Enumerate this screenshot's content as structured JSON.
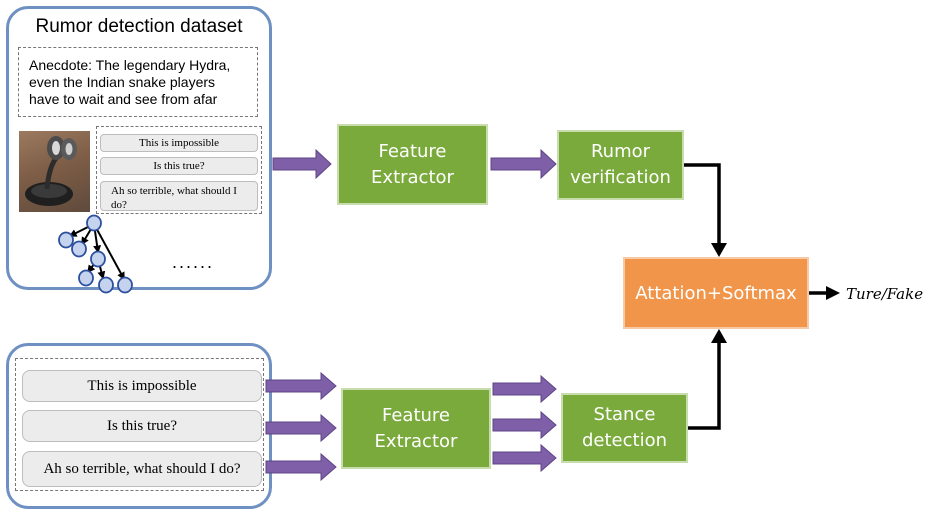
{
  "dataset": {
    "title": "Rumor detection dataset",
    "anecdote": "Anecdote: The legendary Hydra, even the Indian snake players have to wait and see from afar",
    "comments": [
      "This is impossible",
      "Is this true?",
      "Ah so terrible, what should I do?"
    ],
    "ellipsis": "......"
  },
  "stance_input": {
    "comments": [
      "This is impossible",
      "Is this true?",
      "Ah so terrible, what should I do?"
    ]
  },
  "boxes": {
    "feature_extractor_top": "Feature Extractor",
    "rumor_verification": "Rumor verification",
    "feature_extractor_bottom": "Feature Extractor",
    "stance_detection": "Stance detection",
    "attention_softmax": "Attation+Softmax"
  },
  "output_label": "Ture/Fake",
  "colors": {
    "panel_border": "#6f90c2",
    "green_box": "#7aaa3c",
    "orange_box": "#f1954a",
    "arrow_fill": "#7e5fa8",
    "tree_node": "#c5d3ee"
  }
}
